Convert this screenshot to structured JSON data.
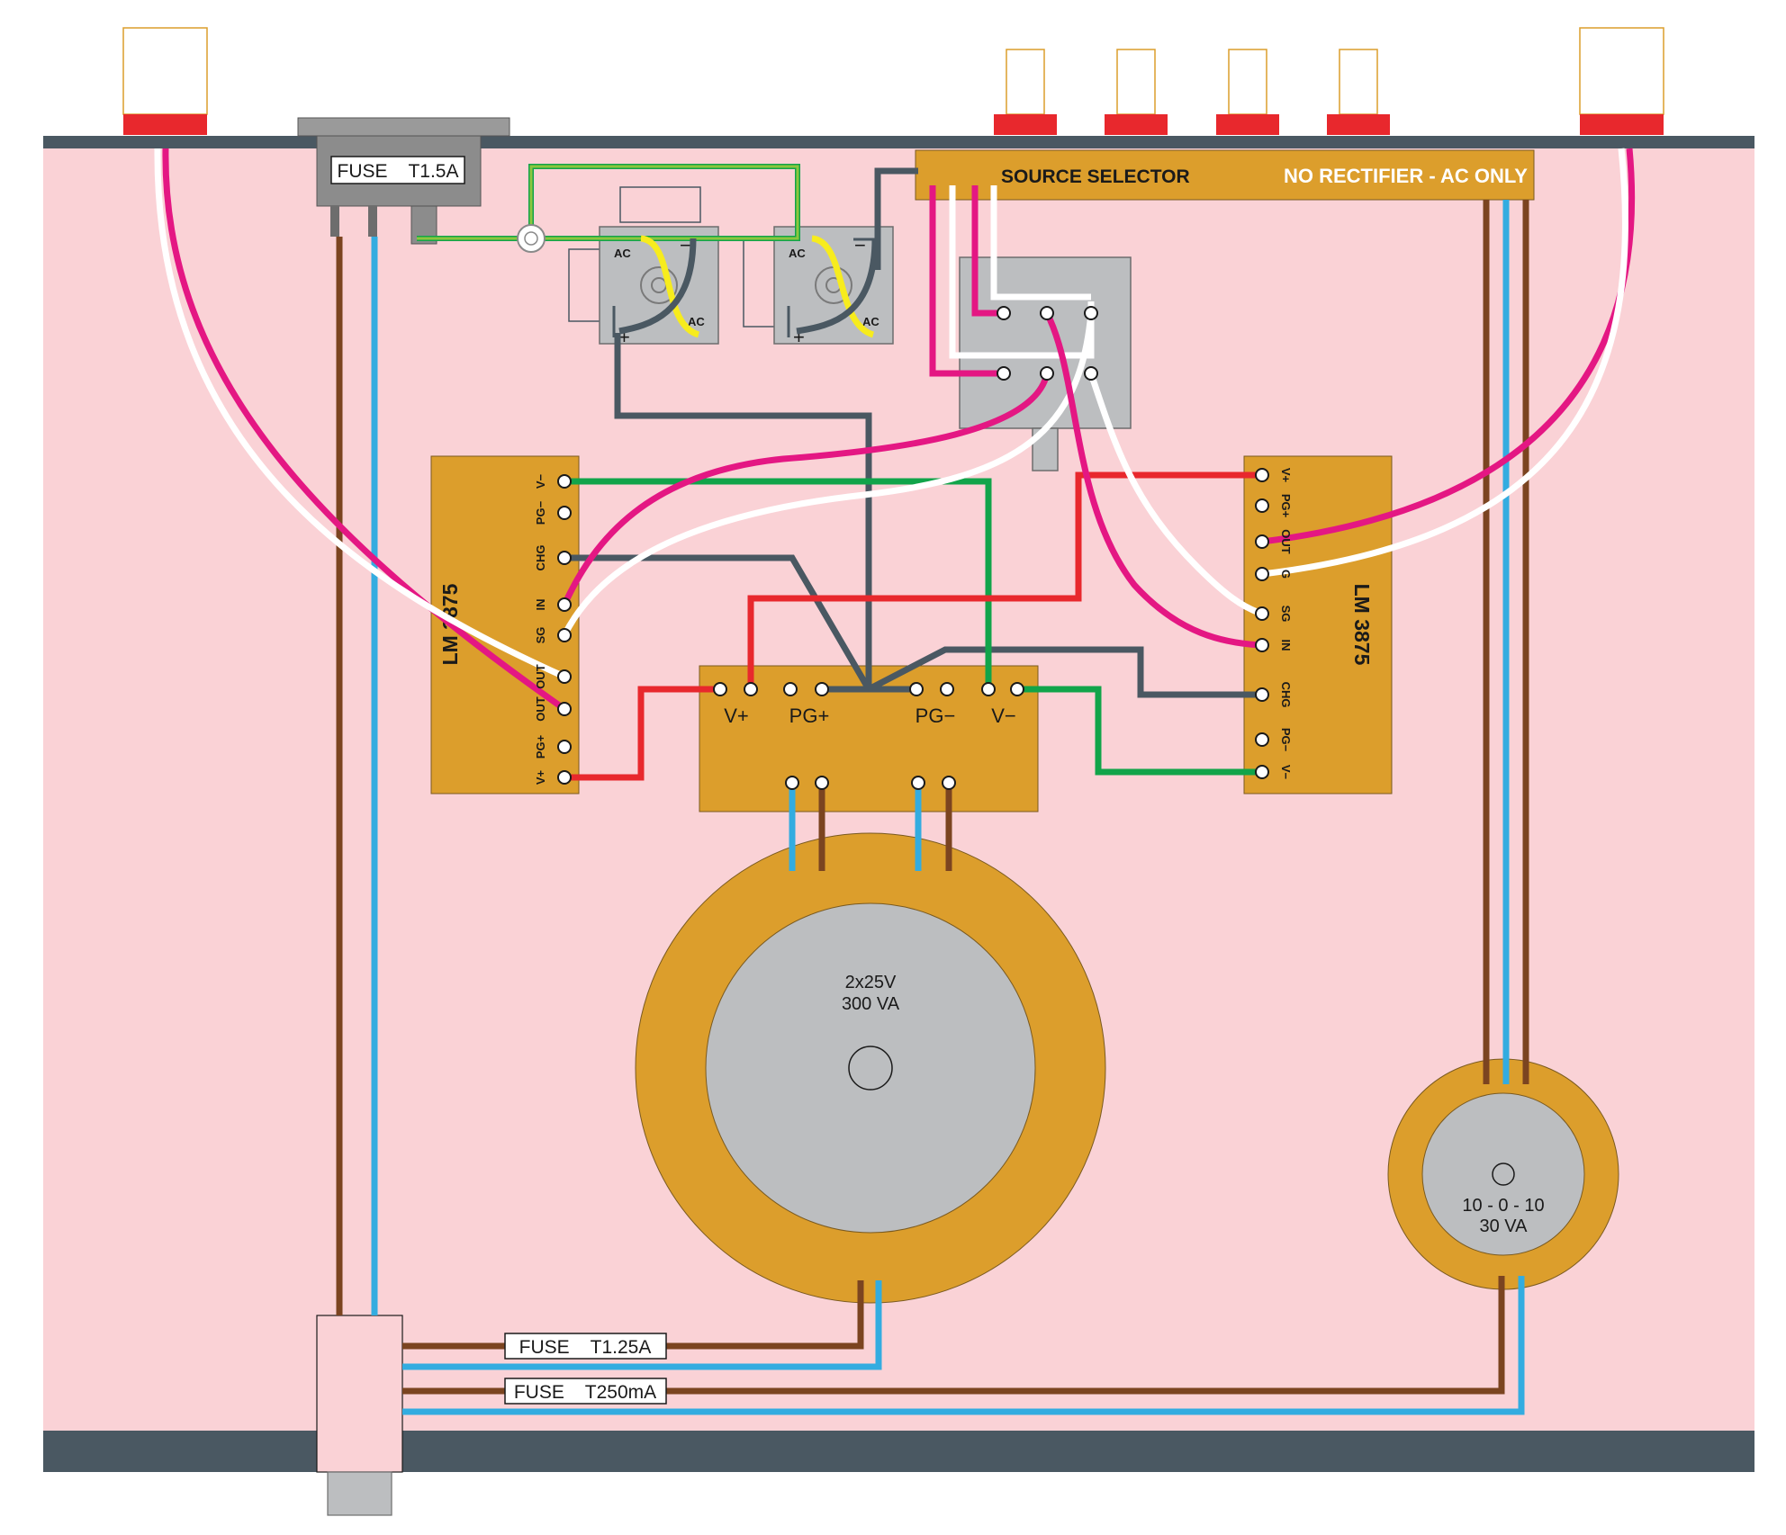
{
  "chassis": {
    "fill": "#fad2d6",
    "edge_color": "#4a5862"
  },
  "colors": {
    "board": "#dc9e2c",
    "live_brown": "#7b4420",
    "neutral_blue": "#33ace0",
    "magenta": "#e41783",
    "white_wire": "#ffffff",
    "gray_wire": "#4a5862",
    "red_wire": "#e8282d",
    "green_wire": "#11a44a",
    "yellow_wire": "#f7ec1d",
    "earth_green": "#8bc63f",
    "jack_red": "#e8282d",
    "core_gray": "#bcbec0"
  },
  "inlet_fuse": {
    "label": "FUSE    T1.5A"
  },
  "source_selector": {
    "title": "SOURCE SELECTOR",
    "note": "NO RECTIFIER - AC ONLY"
  },
  "rectifiers": {
    "terminals": [
      "AC",
      "AC",
      "+",
      "−"
    ]
  },
  "left_amp": {
    "title": "LM 3875",
    "pins": [
      "V−",
      "PG−",
      "CHG",
      "IN",
      "SG",
      "OUT",
      "OUT",
      "PG+",
      "V+"
    ]
  },
  "right_amp": {
    "title": "LM 3875",
    "pins": [
      "V+",
      "PG+",
      "OUT",
      "G",
      "SG",
      "IN",
      "CHG",
      "PG−",
      "V−"
    ]
  },
  "psu_board": {
    "labels": [
      "V+",
      "PG+",
      "PG−",
      "V−"
    ]
  },
  "main_transformer": {
    "line1": "2x25V",
    "line2": "300 VA"
  },
  "aux_transformer": {
    "line1": "10 - 0 - 10",
    "line2": "30 VA"
  },
  "primary_fuses": [
    {
      "label": "FUSE    T1.25A"
    },
    {
      "label": "FUSE    T250mA"
    }
  ]
}
